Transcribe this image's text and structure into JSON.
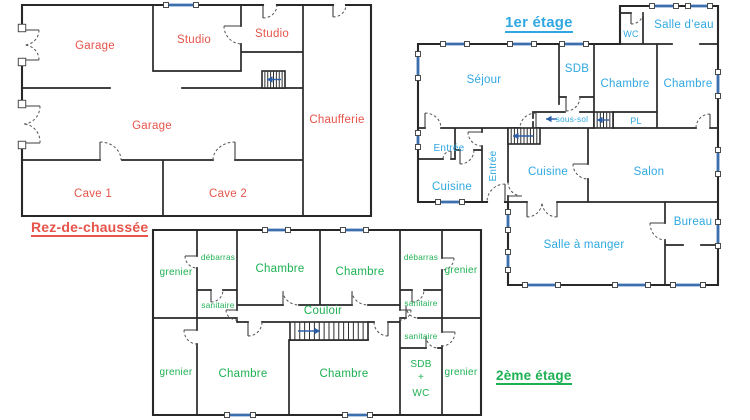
{
  "colors": {
    "wall": "#282828",
    "ground_label": "#e6544a",
    "first_label": "#2fa8e1",
    "second_label": "#1eb153",
    "window_marker": "#3c6fad",
    "stair_arrow": "#2b5ea7"
  },
  "floors": {
    "ground": {
      "title": "Rez-de-chaussée",
      "rooms": {
        "garage_top": "Garage",
        "studio_1": "Studio",
        "studio_2": "Studio",
        "chaufferie": "Chaufferie",
        "garage_main": "Garage",
        "cave_1": "Cave 1",
        "cave_2": "Cave 2"
      }
    },
    "first": {
      "title": "1er étage",
      "rooms": {
        "wc": "WC",
        "salle_eau": "Salle d’eau",
        "sejour": "Séjour",
        "sdb": "SDB",
        "chambre_1": "Chambre",
        "chambre_2": "Chambre",
        "sous_sol": "sous-sol",
        "pl": "PL",
        "entree_1": "Entrée",
        "entree_2": "Entrée",
        "cuisine_1": "Cuisine",
        "cuisine_2": "Cuisine",
        "salon": "Salon",
        "salle_a_manger": "Salle à manger",
        "bureau": "Bureau"
      }
    },
    "second": {
      "title": "2ème étage",
      "rooms": {
        "grenier_tl": "grenier",
        "debarras_l": "débarras",
        "chambre_t1": "Chambre",
        "chambre_t2": "Chambre",
        "debarras_r": "débarras",
        "grenier_tr": "grenier",
        "sanitaire_l": "sanitaire",
        "couloir": "Couloir",
        "sanitaire_r1": "sanitaire",
        "sanitaire_r2": "sanitaire",
        "grenier_bl": "grenier",
        "chambre_b1": "Chambre",
        "chambre_b2": "Chambre",
        "sdb_wc": [
          "SDB",
          "+",
          "WC"
        ],
        "grenier_br": "grenier"
      }
    }
  }
}
